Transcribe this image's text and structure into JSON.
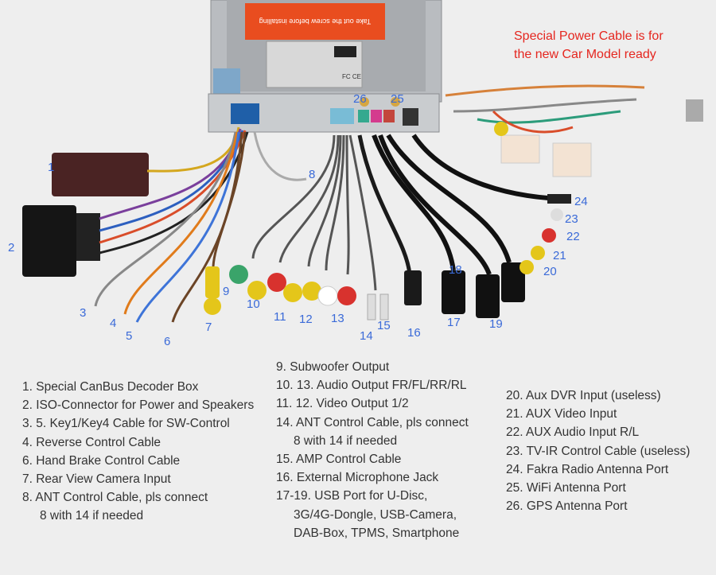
{
  "callout": {
    "line1": "Special Power Cable is for",
    "line2": "the new Car Model ready"
  },
  "device": {
    "sticker_text": "Take out the screw before installing",
    "label_fc": "FC CE"
  },
  "callout_numbers": [
    "1",
    "2",
    "3",
    "4",
    "5",
    "6",
    "7",
    "8",
    "9",
    "10",
    "11",
    "12",
    "13",
    "14",
    "15",
    "16",
    "17",
    "18",
    "19",
    "20",
    "21",
    "22",
    "23",
    "24",
    "25",
    "26"
  ],
  "legend_left": [
    {
      "line1": "1. Special CanBus Decoder Box"
    },
    {
      "line1": "2. ISO-Connector for Power and Speakers"
    },
    {
      "line1": "3. 5. Key1/Key4 Cable for SW-Control"
    },
    {
      "line1": "4. Reverse Control Cable"
    },
    {
      "line1": "6. Hand Brake Control Cable"
    },
    {
      "line1": "7. Rear View Camera Input"
    },
    {
      "line1": "8. ANT Control Cable, pls connect",
      "line2": "8 with 14 if needed"
    }
  ],
  "legend_mid": [
    {
      "line1": "9. Subwoofer Output"
    },
    {
      "line1": "10. 13. Audio Output FR/FL/RR/RL"
    },
    {
      "line1": "11. 12. Video Output 1/2"
    },
    {
      "line1": "14. ANT Control Cable, pls connect",
      "line2": "8 with 14 if needed"
    },
    {
      "line1": "15. AMP Control Cable"
    },
    {
      "line1": "16. External Microphone Jack"
    },
    {
      "line1": "17-19. USB Port for U-Disc,",
      "line2": "3G/4G-Dongle, USB-Camera,",
      "line3": "DAB-Box, TPMS, Smartphone"
    }
  ],
  "legend_right": [
    {
      "line1": "20. Aux DVR Input (useless)"
    },
    {
      "line1": "21. AUX Video Input"
    },
    {
      "line1": "22. AUX Audio Input R/L"
    },
    {
      "line1": "23. TV-IR Control Cable (useless)"
    },
    {
      "line1": "24. Fakra Radio Antenna Port"
    },
    {
      "line1": "25. WiFi Antenna Port"
    },
    {
      "line1": "26. GPS Antenna Port"
    }
  ],
  "colors": {
    "callout_red": "#e5261f",
    "number_blue": "#3a6ad8",
    "legend_text": "#333333"
  }
}
